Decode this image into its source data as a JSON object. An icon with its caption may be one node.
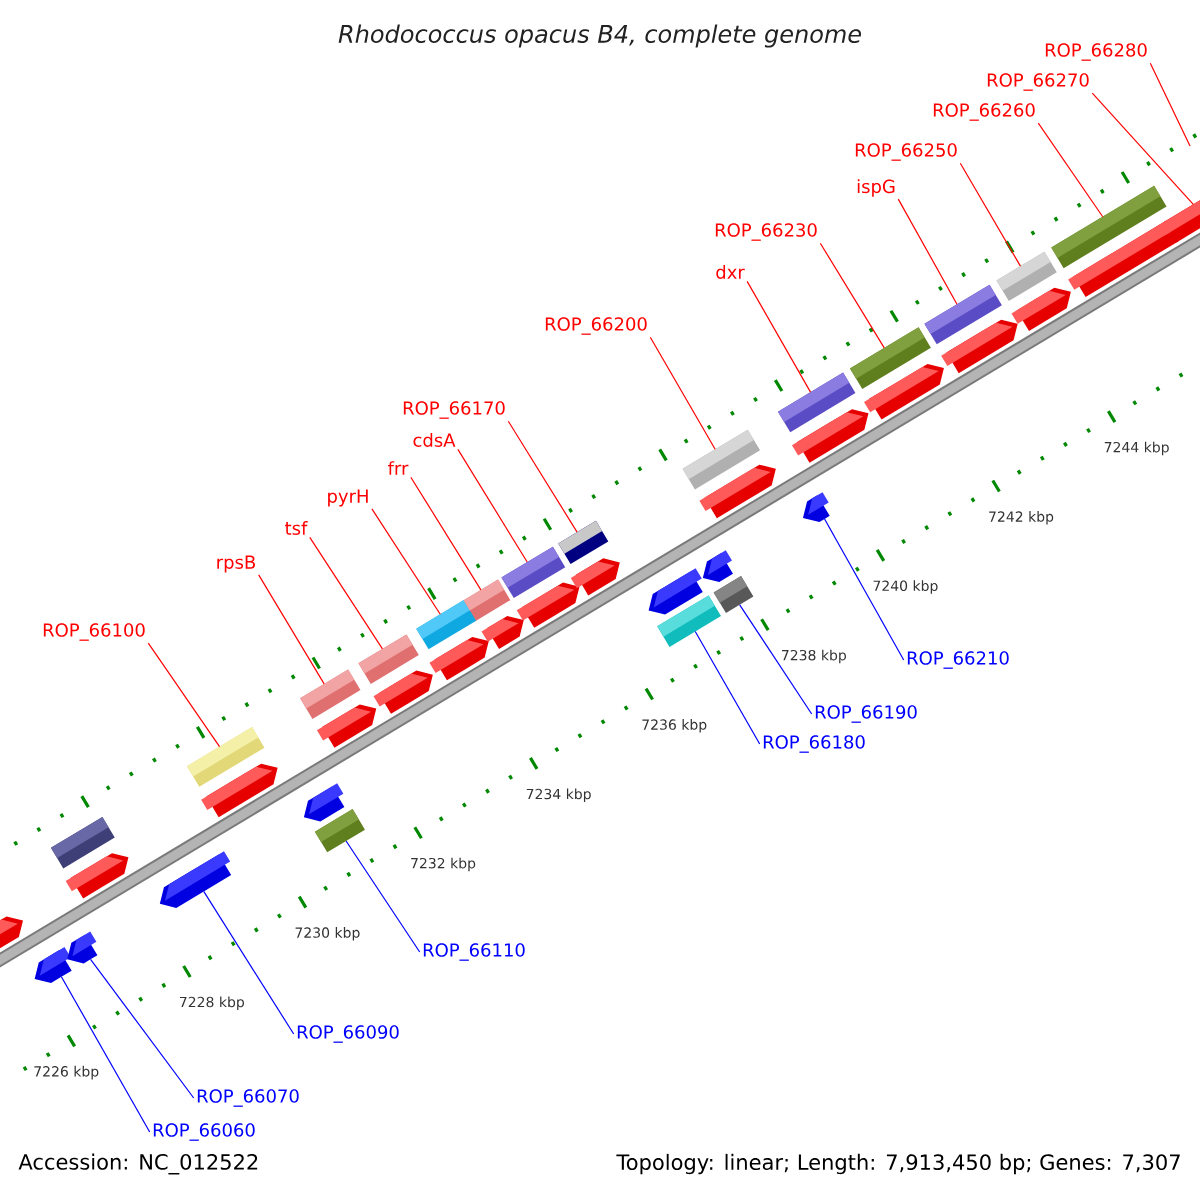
{
  "diagram": {
    "title": "Rhodococcus opacus B4, complete genome",
    "nodes": [
      {
        "text": [
          "ROP_66100"
        ]
      },
      {
        "text": [
          "rpsB"
        ]
      },
      {
        "text": [
          "tsf"
        ]
      },
      {
        "text": [
          "pyrH"
        ]
      },
      {
        "text": [
          "frr"
        ]
      },
      {
        "text": [
          "cdsA"
        ]
      },
      {
        "text": [
          "ROP_66170"
        ]
      },
      {
        "text": [
          "ROP_66200"
        ]
      },
      {
        "text": [
          "dxr"
        ]
      },
      {
        "text": [
          "ROP_66230"
        ]
      },
      {
        "text": [
          "ispG"
        ]
      },
      {
        "text": [
          "ROP_66250"
        ]
      },
      {
        "text": [
          "ROP_66260"
        ]
      },
      {
        "text": [
          "ROP_66270"
        ]
      },
      {
        "text": [
          "ROP_66280"
        ]
      },
      {
        "text": [
          "ROP_66060"
        ]
      },
      {
        "text": [
          "ROP_66070"
        ]
      },
      {
        "text": [
          "ROP_66090"
        ]
      },
      {
        "text": [
          "ROP_66110"
        ]
      },
      {
        "text": [
          "ROP_66180"
        ]
      },
      {
        "text": [
          "ROP_66190"
        ]
      },
      {
        "text": [
          "ROP_66210"
        ]
      },
      {
        "text": [],
        "shape": "pentagon"
      },
      {
        "text": [],
        "shape": "pentagon"
      },
      {
        "text": [],
        "shape": "box"
      },
      {
        "text": [],
        "shape": "pentagon"
      },
      {
        "text": [],
        "shape": "pentagon"
      },
      {
        "text": [],
        "shape": "pentagon"
      },
      {
        "text": [],
        "shape": "box"
      },
      {
        "text": [],
        "shape": "pentagon"
      },
      {
        "text": [],
        "shape": "pentagon"
      },
      {
        "text": [],
        "shape": "box"
      },
      {
        "text": [],
        "shape": "box"
      },
      {
        "text": [],
        "shape": "pentagon"
      },
      {
        "text": [],
        "shape": "box"
      },
      {
        "text": [],
        "shape": "pentagon"
      },
      {
        "text": [],
        "shape": "box"
      },
      {
        "text": [],
        "shape": "pentagon"
      },
      {
        "text": [],
        "shape": "box"
      },
      {
        "text": [],
        "shape": "pentagon"
      },
      {
        "text": [],
        "shape": "box"
      },
      {
        "text": [],
        "shape": "pentagon"
      },
      {
        "text": [],
        "shape": "box"
      },
      {
        "text": [],
        "shape": "pentagon"
      },
      {
        "text": [],
        "shape": "pentagon"
      },
      {
        "text": [],
        "shape": "box"
      },
      {
        "text": [],
        "shape": "pentagon"
      },
      {
        "text": [],
        "shape": "box"
      },
      {
        "text": [],
        "shape": "box"
      },
      {
        "text": [],
        "shape": "pentagon"
      },
      {
        "text": [],
        "shape": "box"
      },
      {
        "text": [],
        "shape": "pentagon"
      },
      {
        "text": [],
        "shape": "pentagon"
      },
      {
        "text": [],
        "shape": "box"
      },
      {
        "text": [],
        "shape": "pentagon"
      },
      {
        "text": [],
        "shape": "box"
      },
      {
        "text": [],
        "shape": "pentagon"
      },
      {
        "text": [],
        "shape": "box"
      },
      {
        "text": [],
        "shape": "pentagon"
      },
      {
        "text": [],
        "shape": "box"
      },
      {
        "text": [],
        "shape": "pentagon"
      },
      {
        "text": [],
        "shape": "pentagon"
      }
    ],
    "edges": [
      {
        "from": 0,
        "to": 28,
        "arrow": "none"
      },
      {
        "from": 1,
        "to": 31,
        "arrow": "none"
      },
      {
        "from": 2,
        "to": 34,
        "arrow": "none"
      },
      {
        "from": 3,
        "to": 36,
        "arrow": "none"
      },
      {
        "from": 4,
        "to": 38,
        "arrow": "none"
      },
      {
        "from": 5,
        "to": 40,
        "arrow": "none"
      },
      {
        "from": 6,
        "to": 42,
        "arrow": "none"
      },
      {
        "from": 7,
        "to": 47,
        "arrow": "none"
      },
      {
        "from": 8,
        "to": 50,
        "arrow": "none"
      },
      {
        "from": 9,
        "to": 53,
        "arrow": "none"
      },
      {
        "from": 10,
        "to": 55,
        "arrow": "none"
      },
      {
        "from": 11,
        "to": 57,
        "arrow": "none"
      },
      {
        "from": 12,
        "to": 59,
        "arrow": "none"
      },
      {
        "from": 13,
        "to": 61,
        "arrow": "none"
      },
      {
        "from": 14,
        "to": null,
        "arrow": "none"
      },
      {
        "from": 15,
        "to": 23,
        "arrow": "none",
        "color": "#0000ff"
      },
      {
        "from": 16,
        "to": 25,
        "arrow": "none",
        "color": "#0000ff"
      },
      {
        "from": 17,
        "to": 27,
        "arrow": "none",
        "color": "#0000ff"
      },
      {
        "from": 18,
        "to": 32,
        "arrow": "none",
        "color": "#0000ff"
      },
      {
        "from": 19,
        "to": 45,
        "arrow": "none",
        "color": "#0000ff"
      },
      {
        "from": 20,
        "to": 48,
        "arrow": "none",
        "color": "#0000ff"
      },
      {
        "from": 21,
        "to": 51,
        "arrow": "none",
        "color": "#0000ff"
      }
    ],
    "labels": [
      "7226 kbp",
      "7228 kbp",
      "7230 kbp",
      "7232 kbp",
      "7234 kbp",
      "7236 kbp",
      "7238 kbp",
      "7240 kbp",
      "7242 kbp",
      "7244 kbp",
      "Accession: NC_012522",
      "Topology: linear; Length: 7,913,450 bp; Genes: 7,307"
    ]
  }
}
